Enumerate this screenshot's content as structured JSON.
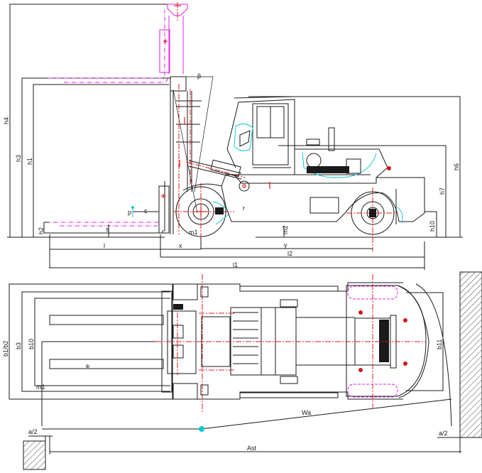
{
  "drawing": {
    "title": "Forklift dimension drawing - side elevation and plan view",
    "colors": {
      "outline": "#1a1a1a",
      "raised_fork_ghost": "#e020e0",
      "centerlines": "#e01818",
      "detail_outline": "#10c8d8"
    },
    "side_view": {
      "labels": {
        "h4": "h4",
        "h3": "h3",
        "h1": "h1",
        "h2": "h2",
        "h6": "h6",
        "h7": "h7",
        "h10": "h10",
        "beta": "β",
        "p": "p",
        "c": "c",
        "s": "s",
        "l": "l",
        "x": "x",
        "y": "y",
        "l2": "l2",
        "l1": "l1",
        "m2": "m2",
        "m1": "m1",
        "r": "r"
      }
    },
    "plan_view": {
      "labels": {
        "b1_b2": "b1/b2",
        "b3": "b3",
        "b10": "b10",
        "b11": "b11",
        "e": "e",
        "wa": "Wa",
        "a2_left": "a/2",
        "a2_right": "a/2",
        "ast": "Ast",
        "m1": "m1"
      }
    }
  }
}
